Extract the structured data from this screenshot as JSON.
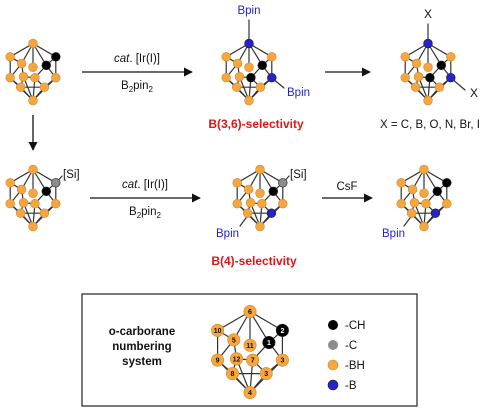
{
  "reaction1": {
    "reagent_line1_italic": "cat",
    "reagent_line1_rest": ". [Ir(I)]",
    "reagent_line2_base": "B",
    "reagent_line2_sub1": "2",
    "reagent_line2_mid": "pin",
    "reagent_line2_sub2": "2",
    "product_sub_top": "Bpin",
    "product_sub_right": "Bpin",
    "selectivity_label": "B(3,6)-selectivity"
  },
  "reaction2": {
    "sub_top": "X",
    "sub_right": "X",
    "x_definition": "X = C, B, O, N, Br, I"
  },
  "reaction3": {
    "start_substituent": "[Si]",
    "reagent_line1_italic": "cat",
    "reagent_line1_rest": ". [Ir(I)]",
    "reagent_line2_base": "B",
    "reagent_line2_sub1": "2",
    "reagent_line2_mid": "pin",
    "reagent_line2_sub2": "2",
    "product_substituent": "[Si]",
    "product_sub_bottom": "Bpin",
    "selectivity_label": "B(4)-selectivity"
  },
  "reaction4": {
    "reagent": "CsF",
    "product_sub_bottom": "Bpin"
  },
  "legend": {
    "title_line1": "o-carborane",
    "title_line2": "numbering",
    "title_line3": "system",
    "vertex_numbers": [
      "1",
      "2",
      "3",
      "4",
      "5",
      "6",
      "7",
      "8",
      "9",
      "10",
      "11",
      "12"
    ],
    "items": [
      {
        "label": "-CH",
        "color": "#000000"
      },
      {
        "label": "-C",
        "color": "#8c8c8c"
      },
      {
        "label": "-BH",
        "color": "#f5a640"
      },
      {
        "label": "-B",
        "color": "#2323c8"
      }
    ]
  },
  "colors": {
    "ch": "#000000",
    "c_si": "#8c8c8c",
    "bh": "#f5a640",
    "b_sub": "#2323c8",
    "selectivity": "#e01616"
  }
}
